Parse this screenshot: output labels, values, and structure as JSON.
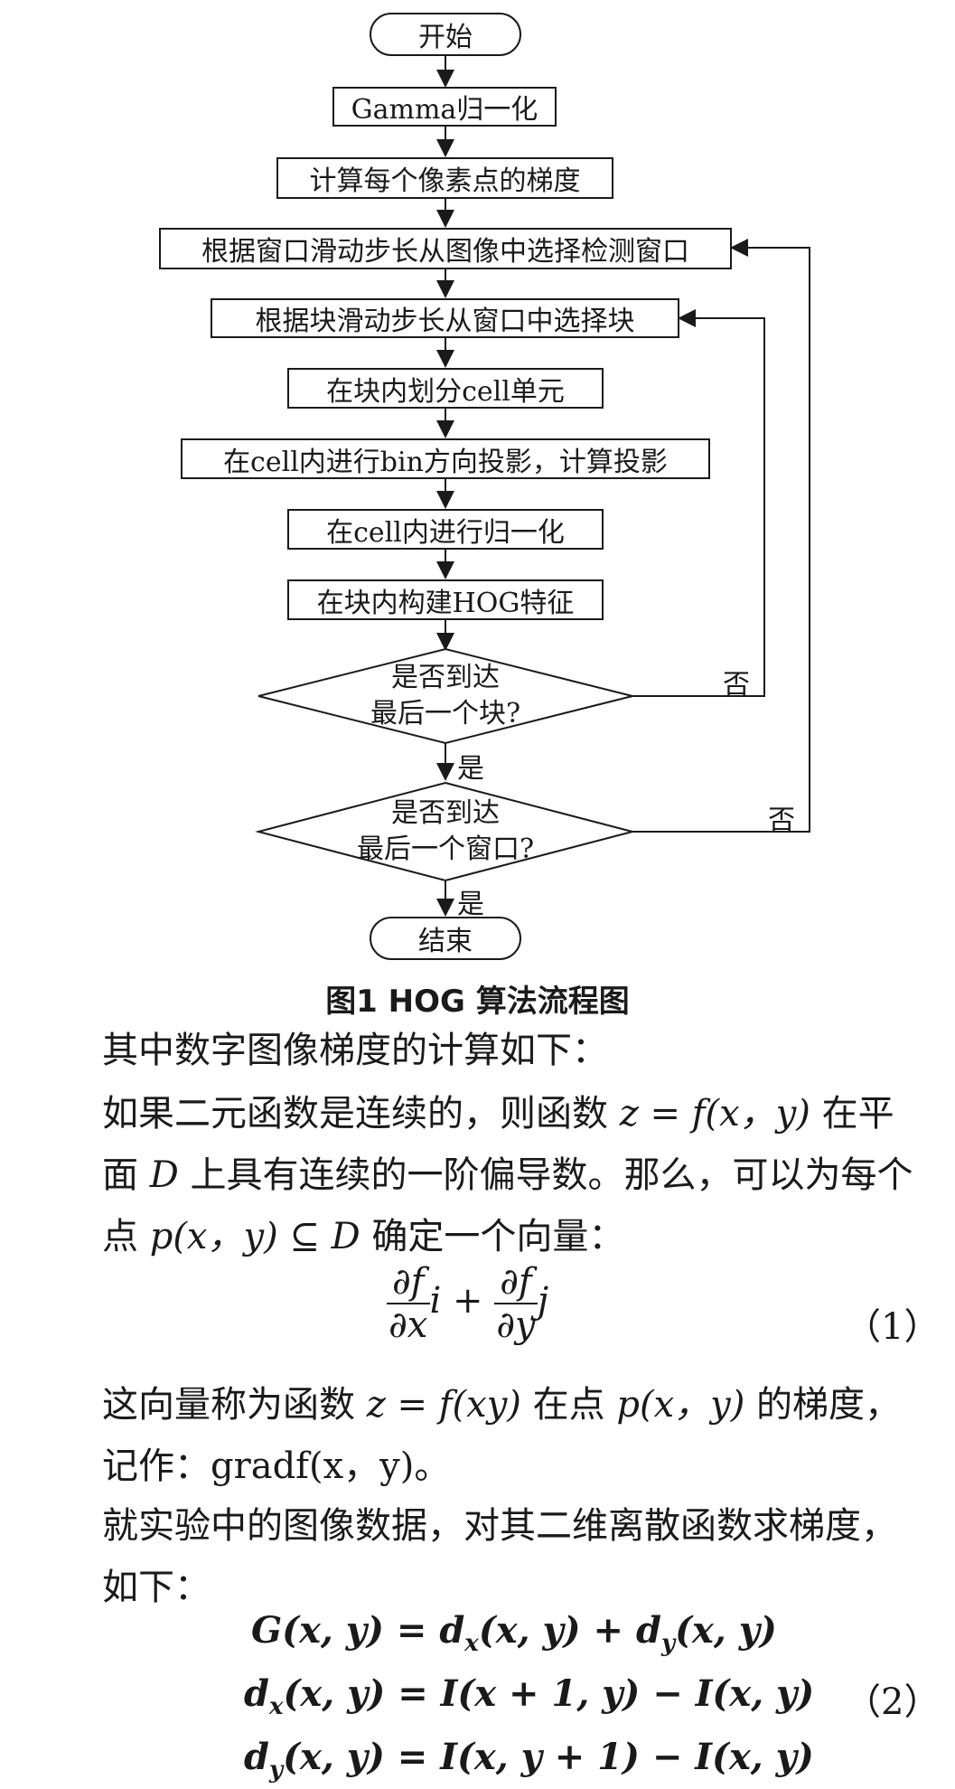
{
  "flowchart": {
    "start": "开始",
    "steps": [
      "Gamma归一化",
      "计算每个像素点的梯度",
      "根据窗口滑动步长从图像中选择检测窗口",
      "根据块滑动步长从窗口中选择块",
      "在块内划分cell单元",
      "在cell内进行bin方向投影，计算投影",
      "在cell内进行归一化",
      "在块内构建HOG特征"
    ],
    "decision1": [
      "是否到达",
      "最后一个块?"
    ],
    "decision2": [
      "是否到达",
      "最后一个窗口?"
    ],
    "yes_label": "是",
    "no_label": "否",
    "end": "结束"
  },
  "caption": "图1   HOG 算法流程图",
  "text": {
    "p1": "其中数字图像梯度的计算如下：",
    "p2a": "如果二元函数是连续的，则函数 ",
    "p2_func": "z = f(x，y)",
    "p2b": " 在平面 ",
    "p2_D": "D",
    "p2c": " 上具有连续的一阶偏导数。那么，可以为每个点 ",
    "p2_pt": "p(x，y) ⊆ D",
    "p2d": " 确定一个向量：",
    "eq1_no": "（1）",
    "p3a": "这向量称为函数 ",
    "p3_func": "z = f(xy)",
    "p3b": " 在点 ",
    "p3_pt": "p(x，y)",
    "p3c": " 的梯度，记作：",
    "p3_grad": "gradf(x，y)。",
    "p4": "就实验中的图像数据，对其二维离散函数求梯度，如下：",
    "eq2_no": "（2）"
  }
}
